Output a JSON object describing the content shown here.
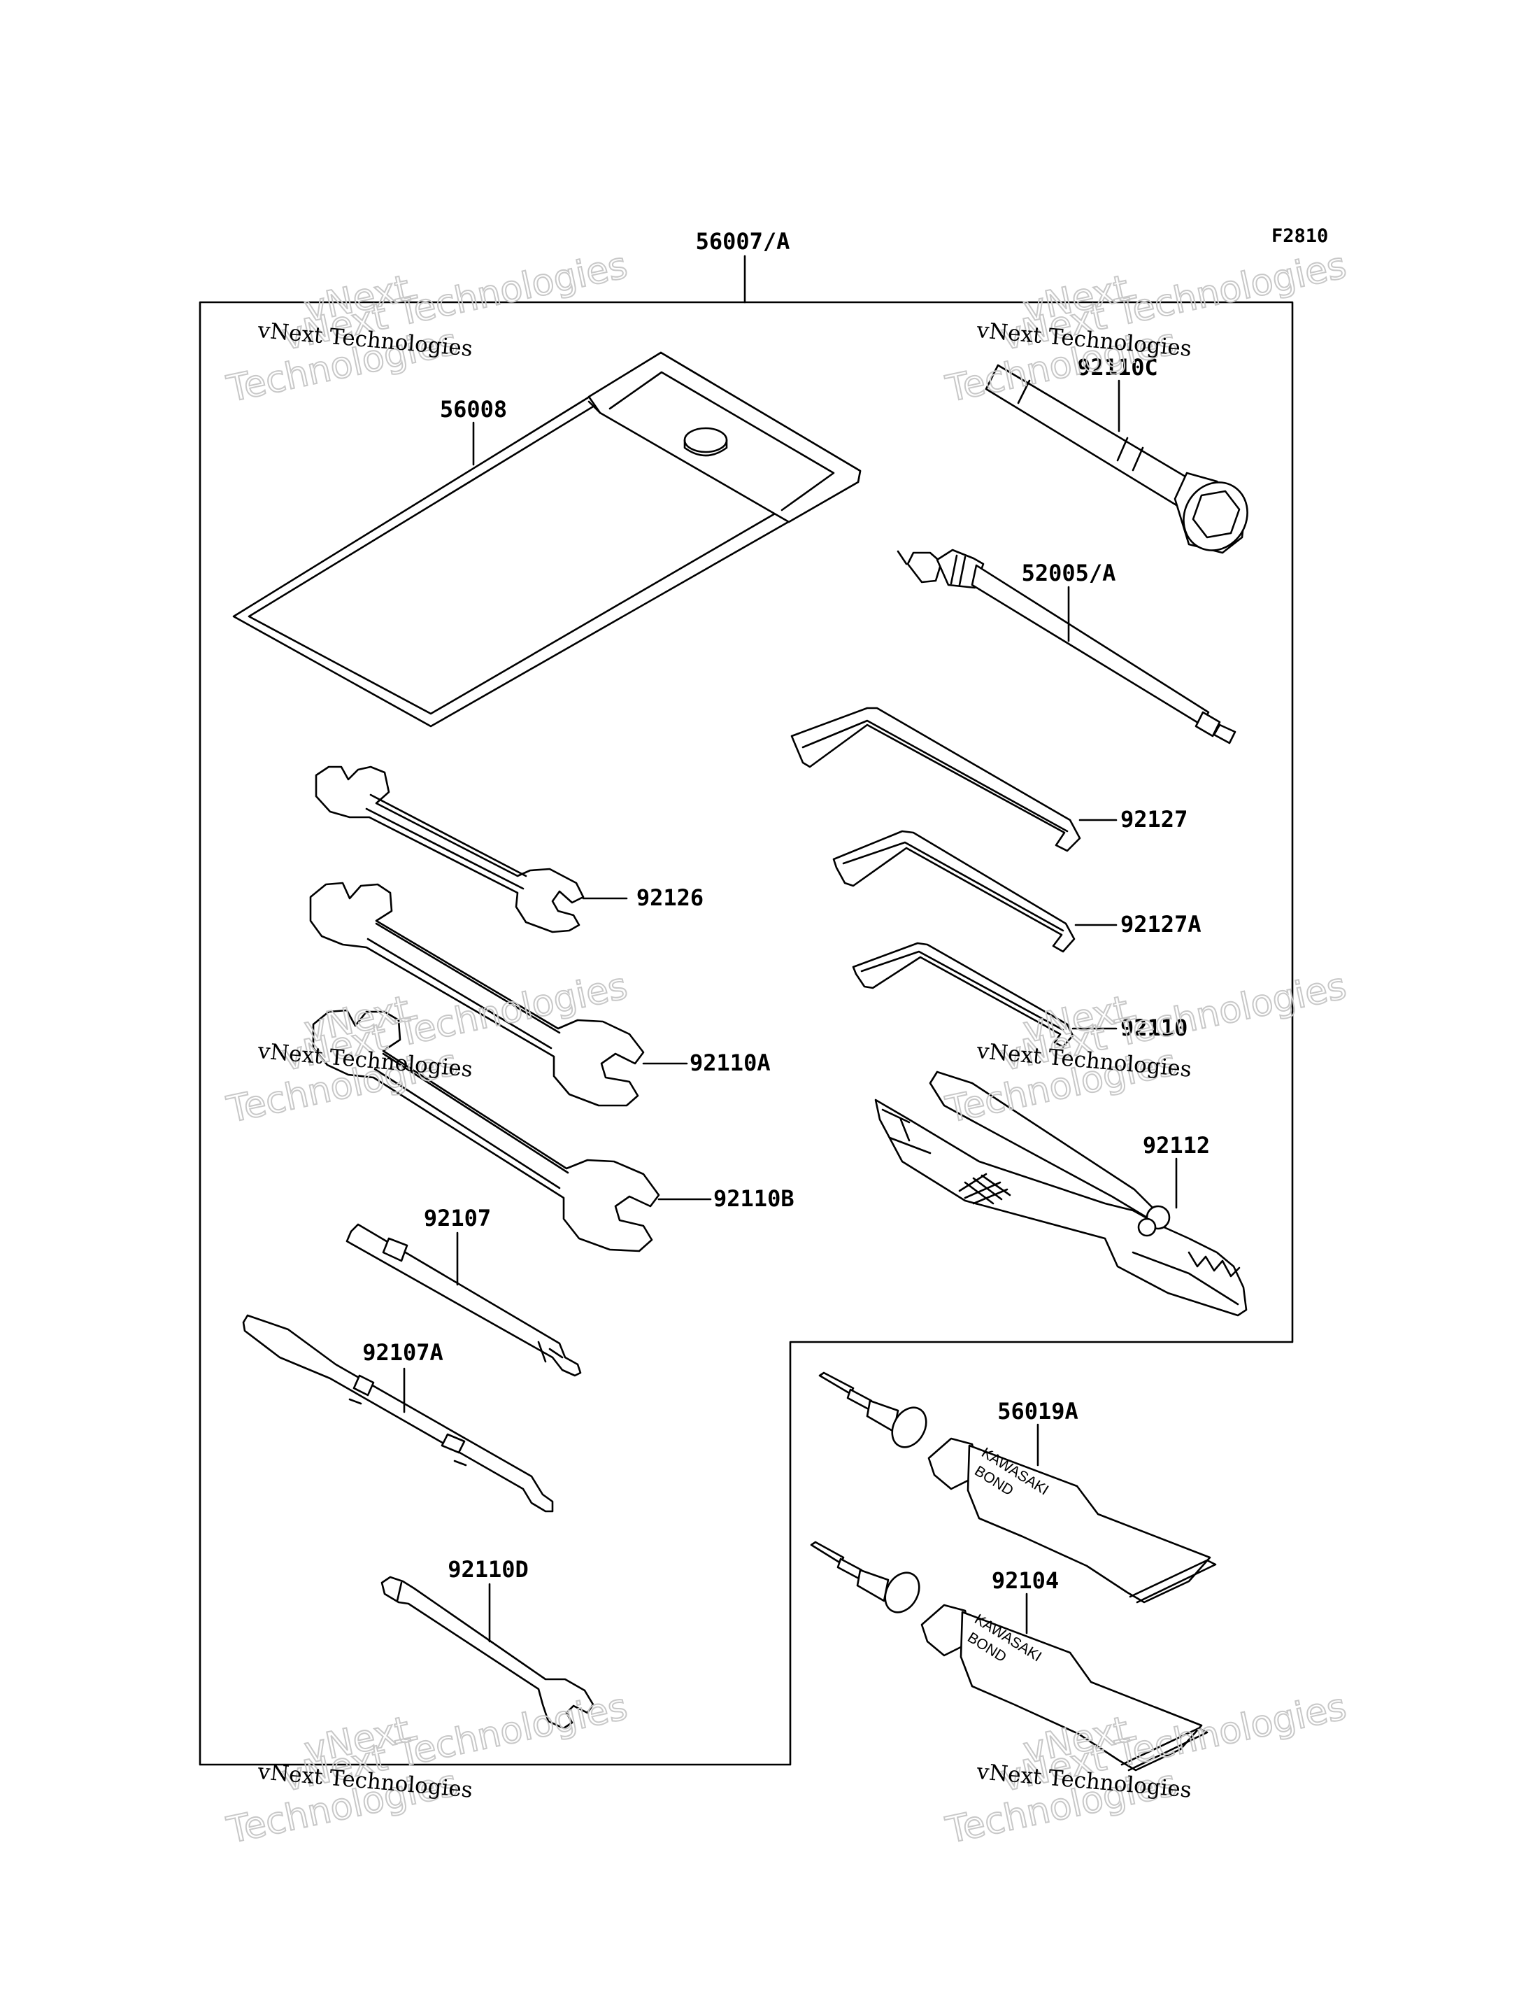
{
  "figure_id": "F2810",
  "watermarks": [
    {
      "line1": "vNext Technologies",
      "line2": "vNext",
      "line3": "Technologies"
    },
    {
      "line1": "vNext Technologies",
      "line2": "vNext",
      "line3": "Technologies"
    },
    {
      "line1": "vNext Technologies",
      "line2": "vNext",
      "line3": "Technologies"
    },
    {
      "line1": "vNext Technologies",
      "line2": "vNext",
      "line3": "Technologies"
    },
    {
      "line1": "vNext Technologies",
      "line2": "vNext",
      "line3": "Technologies"
    },
    {
      "line1": "vNext Technologies",
      "line2": "vNext",
      "line3": "Technologies"
    }
  ],
  "parts": {
    "tool_kit": "56007/A",
    "tool_bag": "56008",
    "plug_wrench": "92110C",
    "extension_handle": "52005/A",
    "hex_wrench_1": "92127",
    "hex_wrench_2": "92127A",
    "hex_wrench_3": "92110",
    "wrench_small": "92126",
    "wrench_medium": "92110A",
    "wrench_large": "92110B",
    "pliers": "92112",
    "screwdriver_bit": "92107",
    "screwdriver_double": "92107A",
    "spoke_wrench": "92110D",
    "bond_upper": "56019A",
    "bond_lower": "92104"
  },
  "tube_text": {
    "line1": "KAWASAKI",
    "line2": "BOND"
  }
}
